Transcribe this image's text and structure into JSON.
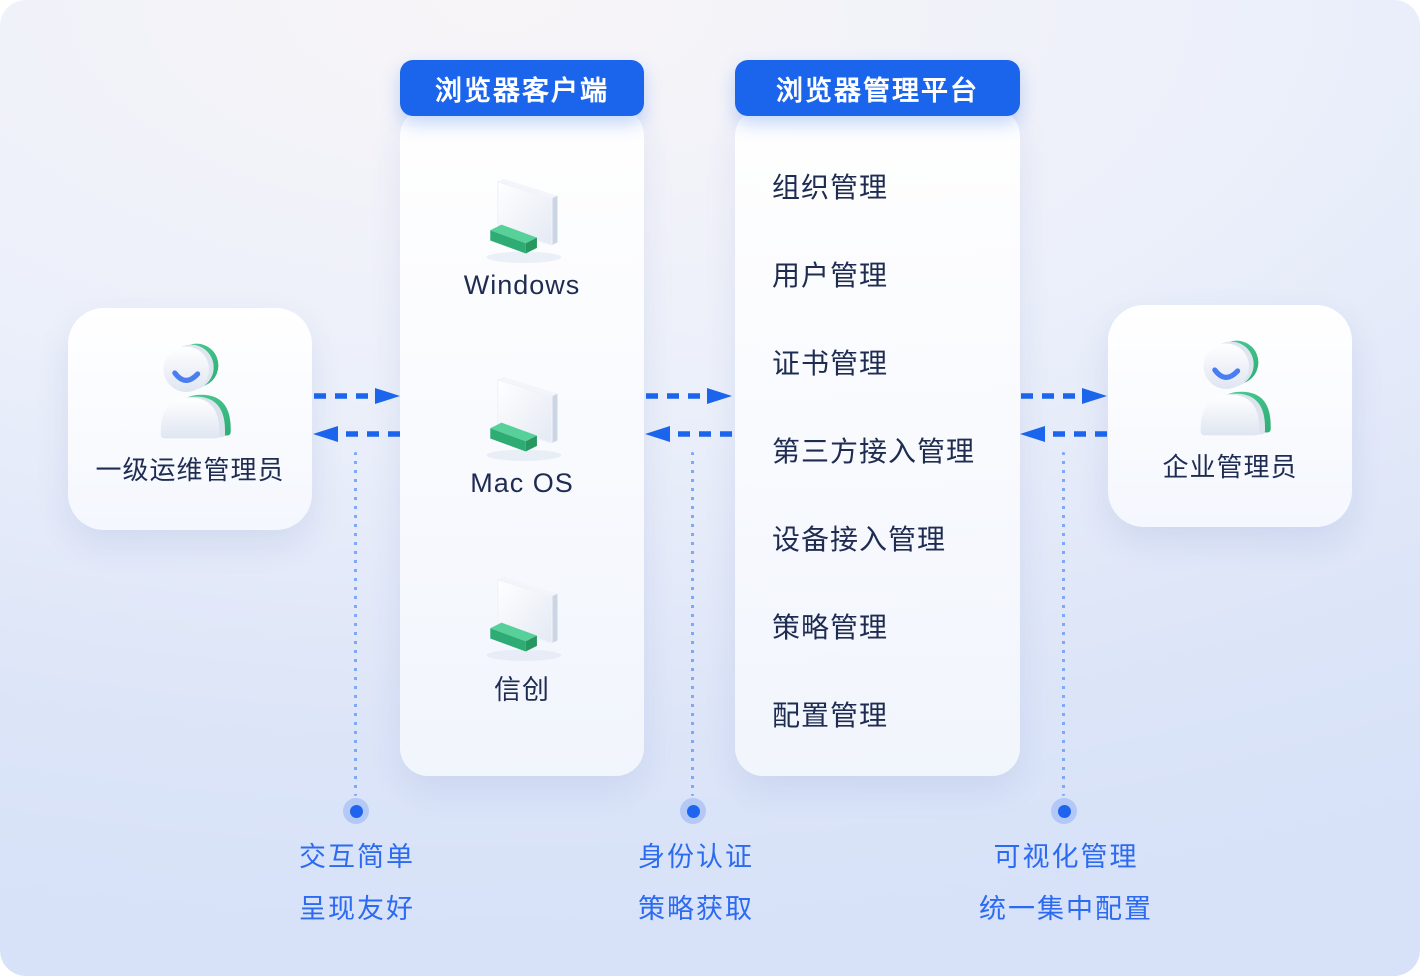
{
  "colors": {
    "accent_blue": "#1b64ec",
    "callout_blue": "#2c6bf1",
    "dark_text": "#1f2c52",
    "icon_green": "#3fc98d",
    "dotted_line": "#7fa9f6"
  },
  "actors": {
    "left": {
      "label": "一级运维管理员",
      "icon": "person-3d-icon"
    },
    "right": {
      "label": "企业管理员",
      "icon": "person-3d-icon"
    }
  },
  "client": {
    "header": "浏览器客户端",
    "os_items": [
      {
        "label": "Windows",
        "icon": "monitor-icon"
      },
      {
        "label": "Mac OS",
        "icon": "monitor-icon"
      },
      {
        "label": "信创",
        "icon": "monitor-icon"
      }
    ]
  },
  "platform": {
    "header": "浏览器管理平台",
    "items": [
      "组织管理",
      "用户管理",
      "证书管理",
      "第三方接入管理",
      "设备接入管理",
      "策略管理",
      "配置管理"
    ]
  },
  "callouts": [
    {
      "line1": "交互简单",
      "line2": "呈现友好"
    },
    {
      "line1": "身份认证",
      "line2": "策略获取"
    },
    {
      "line1": "可视化管理",
      "line2": "统一集中配置"
    }
  ]
}
